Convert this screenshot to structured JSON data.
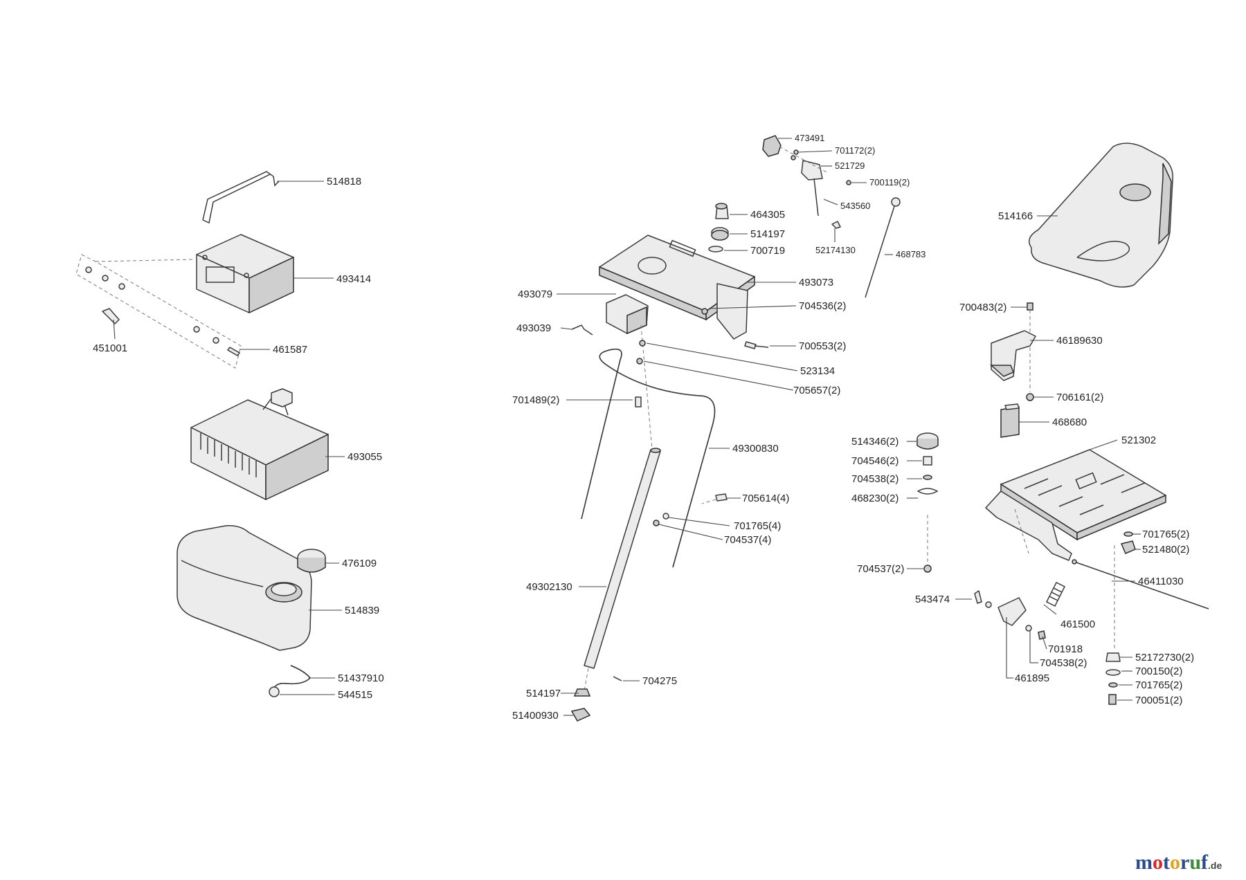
{
  "watermark": {
    "letters": [
      {
        "char": "m",
        "color": "#2b4c8c"
      },
      {
        "char": "o",
        "color": "#d4292a"
      },
      {
        "char": "t",
        "color": "#2b4c8c"
      },
      {
        "char": "o",
        "color": "#e3a11c"
      },
      {
        "char": "r",
        "color": "#2b4c8c"
      },
      {
        "char": "u",
        "color": "#3a8c3a"
      },
      {
        "char": "f",
        "color": "#2b4c8c"
      }
    ],
    "suffix": ".de"
  },
  "parts": {
    "p514818": "514818",
    "p493414": "493414",
    "p451001": "451001",
    "p461587": "461587",
    "p493055": "493055",
    "p476109": "476109",
    "p514839": "514839",
    "p51437910": "51437910",
    "p544515": "544515",
    "p473491": "473491",
    "p701172": "701172(2)",
    "p521729": "521729",
    "p700119": "700119(2)",
    "p543560": "543560",
    "p52174130": "52174130",
    "p468783": "468783",
    "p464305": "464305",
    "p514197a": "514197",
    "p700719": "700719",
    "p493073": "493073",
    "p493079": "493079",
    "p493039": "493039",
    "p704536": "704536(2)",
    "p700553": "700553(2)",
    "p523134": "523134",
    "p705657": "705657(2)",
    "p701489": "701489(2)",
    "p49300830": "49300830",
    "p705614": "705614(4)",
    "p701765a": "701765(4)",
    "p704537a": "704537(4)",
    "p49302130": "49302130",
    "p704275": "704275",
    "p514197b": "514197",
    "p51400930": "51400930",
    "p514346": "514346(2)",
    "p704546": "704546(2)",
    "p704538a": "704538(2)",
    "p468230": "468230(2)",
    "p704537b": "704537(2)",
    "p543474": "543474",
    "p461500": "461500",
    "p701918": "701918",
    "p704538b": "704538(2)",
    "p461895": "461895",
    "p514166": "514166",
    "p700483": "700483(2)",
    "p46189630": "46189630",
    "p706161": "706161(2)",
    "p468680": "468680",
    "p521302": "521302",
    "p701765b": "701765(2)",
    "p521480": "521480(2)",
    "p46411030": "46411030",
    "p52172730": "52172730(2)",
    "p700150": "700150(2)",
    "p701765c": "701765(2)",
    "p700051": "700051(2)"
  }
}
